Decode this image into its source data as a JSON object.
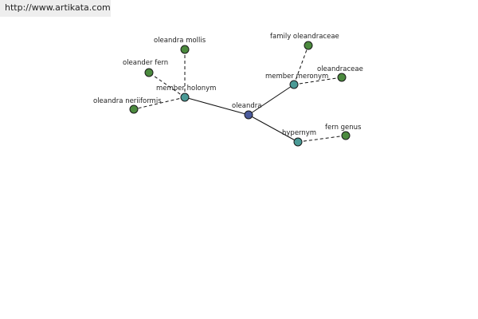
{
  "header": {
    "url": "http://www.artikata.com"
  },
  "graph": {
    "colors": {
      "center": "#4a5a9c",
      "relation": "#4a9a96",
      "leaf": "#4b8a3e",
      "edge": "#111111"
    },
    "nodes": {
      "center": {
        "label": "oleandra",
        "kind": "center"
      },
      "member_holonym": {
        "label": "member holonym",
        "kind": "relation"
      },
      "member_meronym": {
        "label": "member meronym",
        "kind": "relation"
      },
      "hypernym": {
        "label": "hypernym",
        "kind": "relation"
      },
      "oleandra_mollis": {
        "label": "oleandra mollis",
        "kind": "leaf"
      },
      "oleander_fern": {
        "label": "oleander fern",
        "kind": "leaf"
      },
      "oleandra_neriiformis": {
        "label": "oleandra neriiformis",
        "kind": "leaf"
      },
      "family_oleandraceae": {
        "label": "family oleandraceae",
        "kind": "leaf"
      },
      "oleandraceae": {
        "label": "oleandraceae",
        "kind": "leaf"
      },
      "fern_genus": {
        "label": "fern genus",
        "kind": "leaf"
      }
    },
    "edges": [
      {
        "from": "center",
        "to": "member_holonym",
        "style": "solid"
      },
      {
        "from": "center",
        "to": "member_meronym",
        "style": "solid"
      },
      {
        "from": "center",
        "to": "hypernym",
        "style": "solid"
      },
      {
        "from": "member_holonym",
        "to": "oleandra_mollis",
        "style": "dashed"
      },
      {
        "from": "member_holonym",
        "to": "oleander_fern",
        "style": "dashed"
      },
      {
        "from": "member_holonym",
        "to": "oleandra_neriiformis",
        "style": "dashed"
      },
      {
        "from": "member_meronym",
        "to": "family_oleandraceae",
        "style": "dashed"
      },
      {
        "from": "member_meronym",
        "to": "oleandraceae",
        "style": "dashed"
      },
      {
        "from": "hypernym",
        "to": "fern_genus",
        "style": "dashed"
      }
    ]
  }
}
